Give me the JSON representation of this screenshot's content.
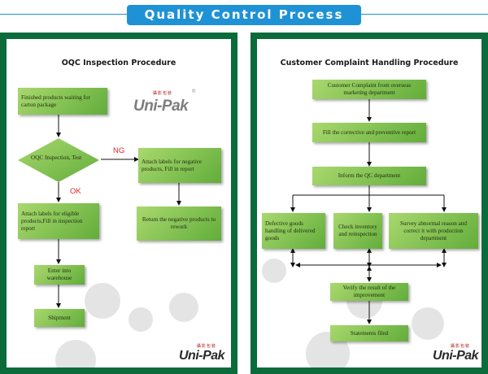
{
  "header": {
    "title": "Quality Control Process",
    "color": "#1f92d6"
  },
  "brand": {
    "logo": "Uni-Pak",
    "logo_cn": "攝影包裝",
    "registered": "®"
  },
  "left_panel": {
    "title": "OQC Inspection Procedure",
    "nodes": {
      "finished": "Finished products waiting for carton package",
      "decision": "OQC Inspection, Test",
      "attach_negative": "Attach labels for negative products, Fill in report",
      "return": "Return the negative products to rework",
      "attach_eligible": "Attach labels for eligible products,Fill in inspection report",
      "warehouse": "Enter into warehouse",
      "shipment": "Shipment"
    },
    "labels": {
      "ng": "NG",
      "ok": "OK"
    }
  },
  "right_panel": {
    "title": "Customer Complaint Handling Procedure",
    "nodes": {
      "complaint": "Customer Complaint from overseas marketing department",
      "fill_report": "Fill the corrective and preventive report",
      "inform_qc": "Inform the QC department",
      "defective": "Defective goods handling of delivered goods",
      "check": "Check inventory and reinspection",
      "survey": "Survey abnormal reason and correct it with production department",
      "verify": "Verify the result of the improvement",
      "statements": "Statements filed"
    }
  },
  "colors": {
    "panel_border": "#0b6b3a",
    "box_light": "#a9d86e",
    "box_dark": "#62ad3b",
    "flag_red": "#e0262a"
  }
}
